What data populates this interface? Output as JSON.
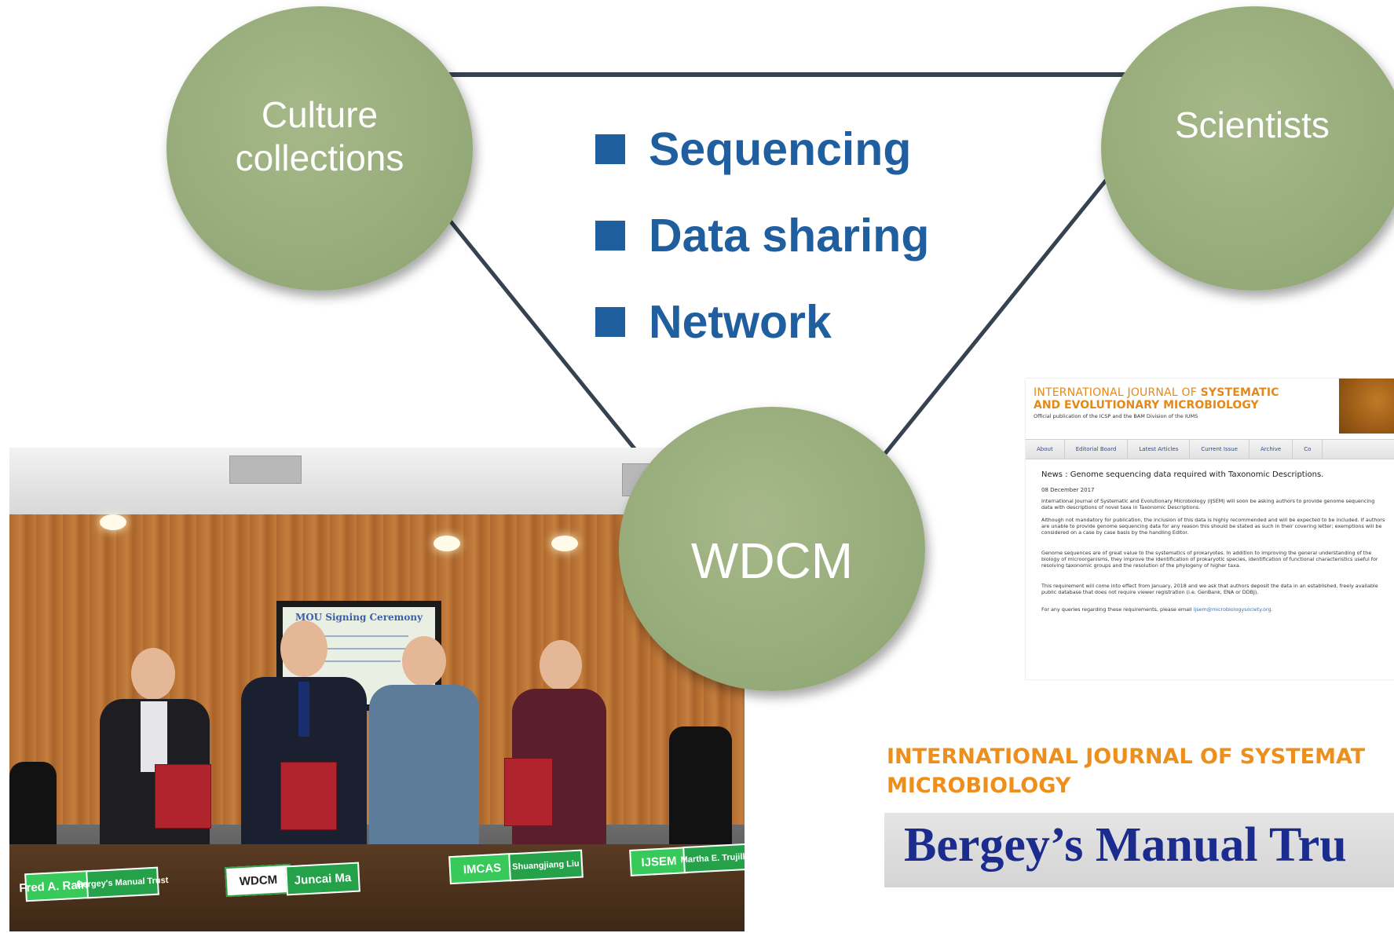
{
  "nodes": {
    "culture_collections": "Culture collections",
    "scientists": "Scientists",
    "wdcm": "WDCM"
  },
  "bullets": [
    "Sequencing",
    "Data sharing",
    "Network"
  ],
  "colors": {
    "circle": "#9aae7d",
    "bullet": "#1f5fa0",
    "line": "#374250",
    "journal_orange": "#ec8f1c",
    "bergey_blue": "#1b2c8e",
    "nameplate_green": "#37c95a"
  },
  "photo": {
    "screen_title": "MOU Signing Ceremony",
    "nameplates": [
      "Fred A. Rainey",
      "Bergey's Manual Trust",
      "WDCM",
      "Juncai Ma",
      "IMCAS",
      "Shuangjiang Liu",
      "IJSEM",
      "Martha E. Trujillo"
    ]
  },
  "journal_page": {
    "header_line1_light": "INTERNATIONAL JOURNAL OF ",
    "header_line1_bold": "SYSTEMATIC",
    "header_line2": "AND EVOLUTIONARY MICROBIOLOGY",
    "header_line3": "Official publication of the ICSP and the BAM Division of the IUMS",
    "nav": [
      "About",
      "Editorial Board",
      "Latest Articles",
      "Current Issue",
      "Archive",
      "Co"
    ],
    "news_title": "News : Genome sequencing data required with Taxonomic Descriptions.",
    "date": "08 December 2017",
    "p1": "International Journal of Systematic and Evolutionary Microbiology (IJSEM) will soon be asking authors to provide genome sequencing data with descriptions of novel taxa in Taxonomic Descriptions.",
    "p2": "Although not mandatory for publication, the inclusion of this data is highly recommended and will be expected to be included. If authors are unable to provide genome sequencing data for any reason this should be stated as such in their covering letter; exemptions will be considered on a case by case basis by the handling Editor.",
    "p3": "Genome sequences are of great value to the systematics of prokaryotes. In addition to improving the general understanding of the biology of microorganisms, they improve the identification of prokaryotic species, identification of functional characteristics useful for resolving taxonomic groups and the resolution of the phylogeny of higher taxa.",
    "p4": "This requirement will come into effect from January, 2018 and we ask that authors deposit the data in an established, freely available public database that does not require viewer registration (i.e. GenBank, ENA or DDBJ).",
    "p5_text": "For any queries regarding these requirements, please email ",
    "p5_link": "ijsem@microbiologysociety.org."
  },
  "ijsem_title_line1": "INTERNATIONAL JOURNAL OF SYSTEMAT",
  "ijsem_title_line2": "MICROBIOLOGY",
  "bergey_banner": "Bergey’s Manual Tru"
}
